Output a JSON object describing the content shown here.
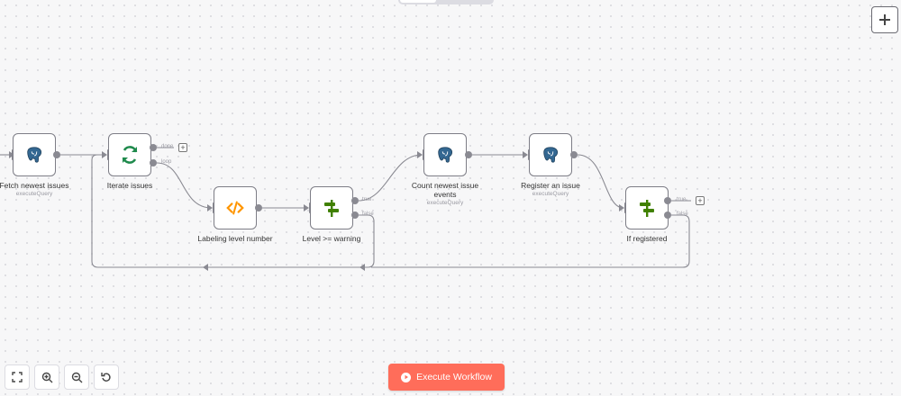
{
  "toolbar": {
    "add_node_icon": "plus-icon",
    "execute_label": "Execute Workflow",
    "execute_icon": "play-circle-icon",
    "execute_color": "#ff6d5a",
    "zoom_buttons": [
      "fit-view-icon",
      "zoom-in-icon",
      "zoom-out-icon",
      "reset-zoom-icon"
    ]
  },
  "nodes": [
    {
      "id": "fetch",
      "label": "Fetch newest issues",
      "subtitle": "executeQuery",
      "icon": "postgres-icon"
    },
    {
      "id": "iterate",
      "label": "Iterate issues",
      "subtitle": "",
      "icon": "loop-icon",
      "outputs": [
        "done",
        "loop"
      ]
    },
    {
      "id": "labeling",
      "label": "Labeling level number",
      "subtitle": "",
      "icon": "code-icon"
    },
    {
      "id": "level",
      "label": "Level >= warning",
      "subtitle": "",
      "icon": "if-icon",
      "outputs": [
        "true",
        "false"
      ]
    },
    {
      "id": "count",
      "label": "Count newest issue events",
      "subtitle": "executeQuery",
      "icon": "postgres-icon"
    },
    {
      "id": "register",
      "label": "Register an issue",
      "subtitle": "executeQuery",
      "icon": "postgres-icon"
    },
    {
      "id": "ifreg",
      "label": "If registered",
      "subtitle": "",
      "icon": "if-icon",
      "outputs": [
        "true",
        "false"
      ]
    }
  ]
}
